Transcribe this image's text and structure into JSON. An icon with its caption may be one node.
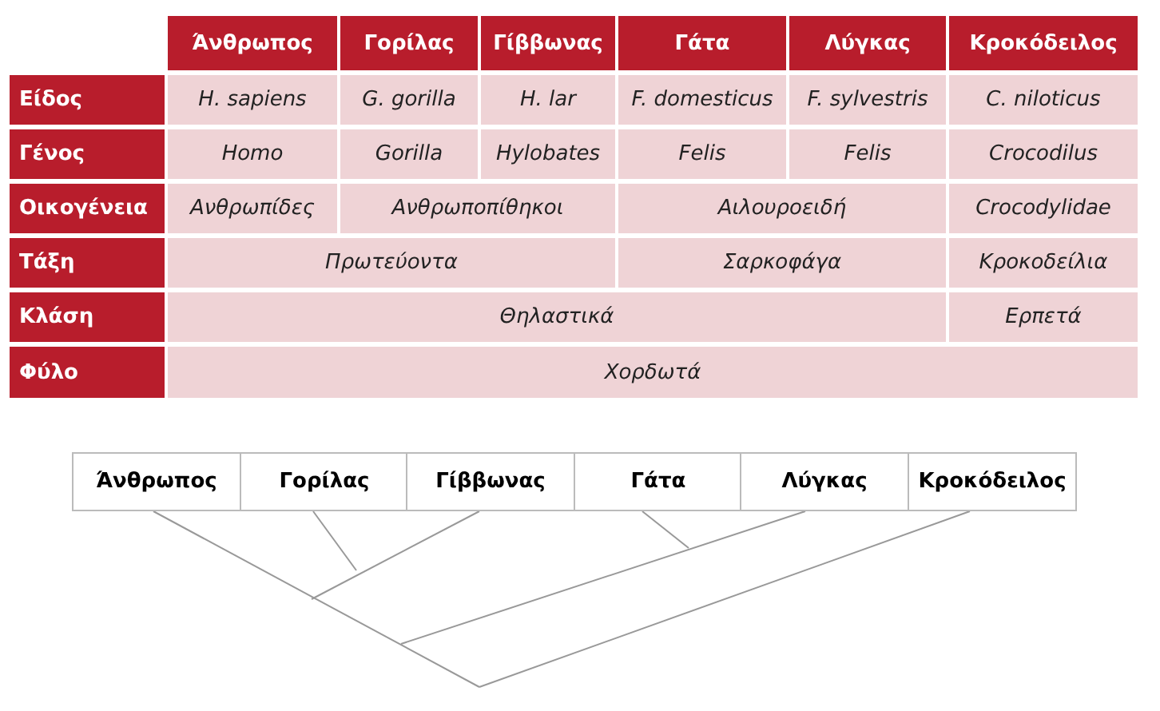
{
  "diagram": {
    "nodes": [
      {
        "text": [
          "Άνθρωπος"
        ]
      },
      {
        "text": [
          "Γορίλας"
        ]
      },
      {
        "text": [
          "Γίββωνας"
        ]
      },
      {
        "text": [
          "Γάτα"
        ]
      },
      {
        "text": [
          "Λύγκας"
        ]
      },
      {
        "text": [
          "Κροκόδειλος"
        ]
      }
    ],
    "edges": [],
    "labels": [
      "Άνθρωπος",
      "Γορίλας",
      "Γίββωνας",
      "Γάτα",
      "Λύγκας",
      "Κροκόδειλος",
      "Είδος",
      "H. sapiens",
      "G. gorilla",
      "H. lar",
      "F. domesticus",
      "F. sylvestris",
      "C. niloticus",
      "Γένος",
      "Homo",
      "Gorilla",
      "Hylobates",
      "Felis",
      "Felis",
      "Crocodilus",
      "Οικογένεια",
      "Ανθρωπίδες",
      "Ανθρωποπίθηκοι",
      "Αιλουροειδή",
      "Crocodylidae",
      "Τάξη",
      "Πρωτεύοντα",
      "Σαρκοφάγα",
      "Κροκοδείλια",
      "Κλάση",
      "Θηλαστικά",
      "Ερπετά",
      "Φύλο",
      "Χορδωτά"
    ]
  }
}
